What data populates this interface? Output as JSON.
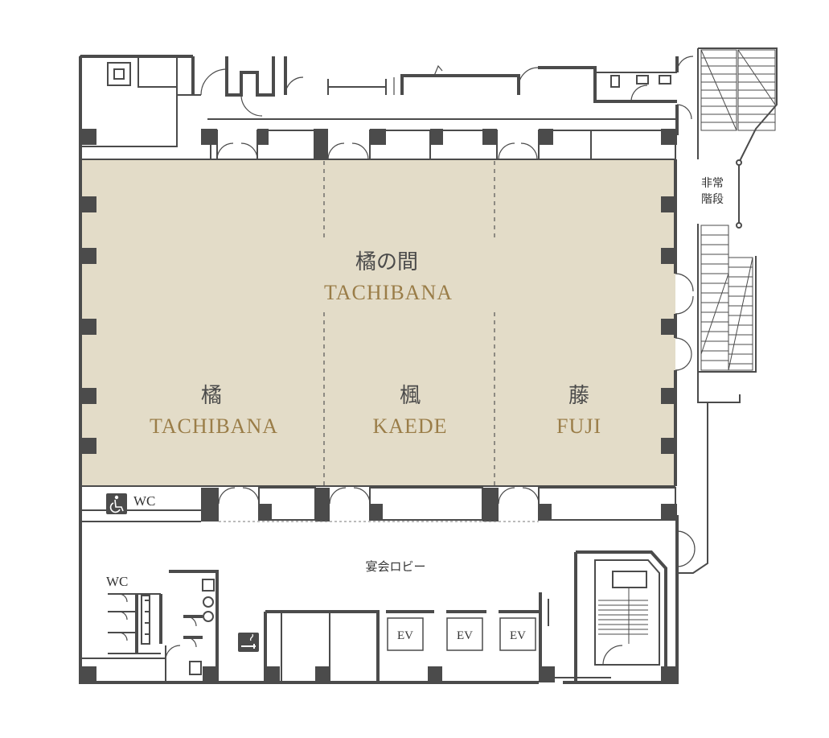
{
  "hall": {
    "name_jp": "橘の間",
    "name_en": "TACHIBANA",
    "color": "#e3dcc8"
  },
  "rooms": [
    {
      "id": "tachibana",
      "name_jp": "橘",
      "name_en": "TACHIBANA"
    },
    {
      "id": "kaede",
      "name_jp": "楓",
      "name_en": "KAEDE"
    },
    {
      "id": "fuji",
      "name_jp": "藤",
      "name_en": "FUJI"
    }
  ],
  "labels": {
    "emergency_stairs_line1": "非常",
    "emergency_stairs_line2": "階段",
    "banquet_lobby": "宴会ロビー",
    "wc_accessible": "WC",
    "wc": "WC"
  },
  "elevators": [
    "EV",
    "EV",
    "EV"
  ],
  "icons": {
    "accessible": "wheelchair-icon",
    "smoking": "smoking-icon"
  },
  "colors": {
    "wall": "#4b4b4b",
    "room_name_en": "#9a7d48",
    "hall_fill": "#e3dcc8"
  }
}
